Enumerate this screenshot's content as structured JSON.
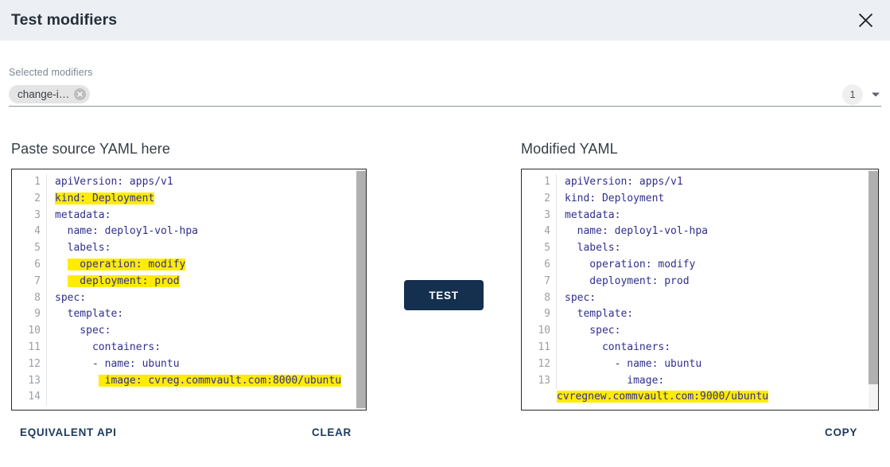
{
  "header": {
    "title": "Test modifiers",
    "close_icon": "close-icon"
  },
  "modifiers": {
    "label": "Selected modifiers",
    "chips": [
      {
        "label": "change-i…",
        "remove_icon": "close-circle-icon"
      }
    ],
    "count": "1",
    "dropdown_icon": "chevron-down-icon"
  },
  "panels": {
    "left": {
      "heading": "Paste source YAML here",
      "lines": [
        {
          "num": "1",
          "segments": [
            {
              "text": "apiVersion: apps/v1",
              "highlight": false
            }
          ]
        },
        {
          "num": "2",
          "segments": [
            {
              "text": "kind: Deployment",
              "highlight": true
            }
          ]
        },
        {
          "num": "3",
          "segments": [
            {
              "text": "metadata:",
              "highlight": false
            }
          ]
        },
        {
          "num": "4",
          "segments": [
            {
              "text": "  name: deploy1-vol-hpa",
              "highlight": false
            }
          ]
        },
        {
          "num": "5",
          "segments": [
            {
              "text": "  labels:",
              "highlight": false
            }
          ]
        },
        {
          "num": "6",
          "segments": [
            {
              "text": "  ",
              "highlight": false
            },
            {
              "text": "  operation: modify",
              "highlight": true
            }
          ]
        },
        {
          "num": "7",
          "segments": [
            {
              "text": "  ",
              "highlight": false
            },
            {
              "text": "  deployment: prod",
              "highlight": true
            }
          ]
        },
        {
          "num": "8",
          "segments": [
            {
              "text": "spec:",
              "highlight": false
            }
          ]
        },
        {
          "num": "9",
          "segments": [
            {
              "text": "  template:",
              "highlight": false
            }
          ]
        },
        {
          "num": "10",
          "segments": [
            {
              "text": "    spec:",
              "highlight": false
            }
          ]
        },
        {
          "num": "11",
          "segments": [
            {
              "text": "      containers:",
              "highlight": false
            }
          ]
        },
        {
          "num": "12",
          "segments": [
            {
              "text": "      - name: ubuntu",
              "highlight": false
            }
          ]
        },
        {
          "num": "13",
          "segments": [
            {
              "text": "       ",
              "highlight": false
            },
            {
              "text": " image: cvreg.commvault.com:8000/ubuntu",
              "highlight": true
            }
          ]
        },
        {
          "num": "14",
          "segments": [
            {
              "text": "",
              "highlight": false
            }
          ]
        }
      ]
    },
    "right": {
      "heading": "Modified YAML",
      "lines": [
        {
          "num": "1",
          "segments": [
            {
              "text": "apiVersion: apps/v1",
              "highlight": false
            }
          ]
        },
        {
          "num": "2",
          "segments": [
            {
              "text": "kind: Deployment",
              "highlight": false
            }
          ]
        },
        {
          "num": "3",
          "segments": [
            {
              "text": "metadata:",
              "highlight": false
            }
          ]
        },
        {
          "num": "4",
          "segments": [
            {
              "text": "  name: deploy1-vol-hpa",
              "highlight": false
            }
          ]
        },
        {
          "num": "5",
          "segments": [
            {
              "text": "  labels:",
              "highlight": false
            }
          ]
        },
        {
          "num": "6",
          "segments": [
            {
              "text": "    operation: modify",
              "highlight": false
            }
          ]
        },
        {
          "num": "7",
          "segments": [
            {
              "text": "    deployment: prod",
              "highlight": false
            }
          ]
        },
        {
          "num": "8",
          "segments": [
            {
              "text": "spec:",
              "highlight": false
            }
          ]
        },
        {
          "num": "9",
          "segments": [
            {
              "text": "  template:",
              "highlight": false
            }
          ]
        },
        {
          "num": "10",
          "segments": [
            {
              "text": "    spec:",
              "highlight": false
            }
          ]
        },
        {
          "num": "11",
          "segments": [
            {
              "text": "      containers:",
              "highlight": false
            }
          ]
        },
        {
          "num": "12",
          "segments": [
            {
              "text": "        - name: ubuntu",
              "highlight": false
            }
          ]
        },
        {
          "num": "13",
          "segments": [
            {
              "text": "          image:",
              "highlight": false
            }
          ]
        },
        {
          "num": "",
          "wrap": true,
          "segments": [
            {
              "text": "cvregnew.commvault.com:9000/ubuntu",
              "highlight": true
            }
          ]
        }
      ]
    }
  },
  "actions": {
    "test": "TEST",
    "equivalent_api": "EQUIVALENT API",
    "clear": "CLEAR",
    "copy": "COPY"
  },
  "colors": {
    "header_bg": "#eceff4",
    "accent_dark": "#152f4e",
    "link": "#1b3a5e",
    "highlight": "#ffec00",
    "code_text": "#2f2f8f"
  }
}
